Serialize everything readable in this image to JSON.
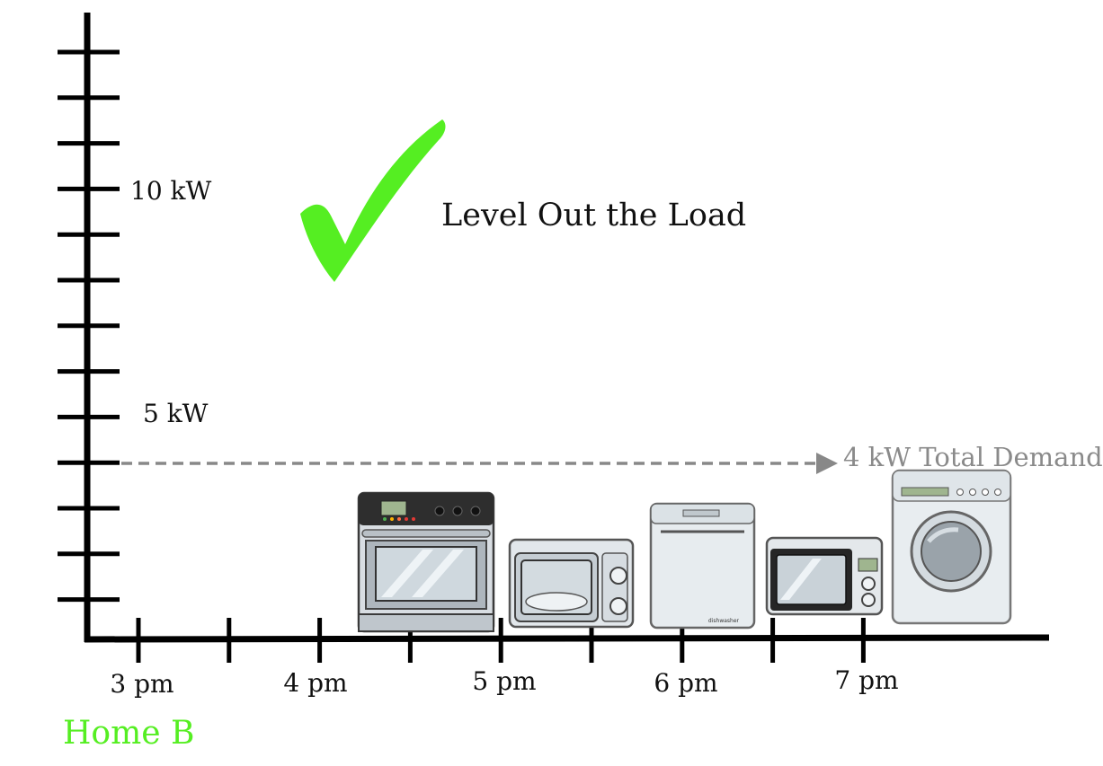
{
  "headline": "Level Out the Load",
  "home_label": "Home B",
  "y_axis": {
    "labels": [
      {
        "value": 10,
        "text": "10 kW"
      },
      {
        "value": 5,
        "text": "5 kW"
      }
    ]
  },
  "x_axis": {
    "labels": [
      "3 pm",
      "4 pm",
      "5 pm",
      "6 pm",
      "7 pm"
    ]
  },
  "demand_line": {
    "value": 4,
    "label": "4 kW Total Demand"
  },
  "appliances": [
    "oven",
    "microwave",
    "dishwasher",
    "microwave",
    "washing-machine"
  ],
  "dishwasher_text": "dishwasher",
  "colors": {
    "check": "#55ee22",
    "home_label": "#55ee22",
    "demand_line": "#888888",
    "demand_text": "#8a8a8a",
    "axis": "#000000"
  }
}
